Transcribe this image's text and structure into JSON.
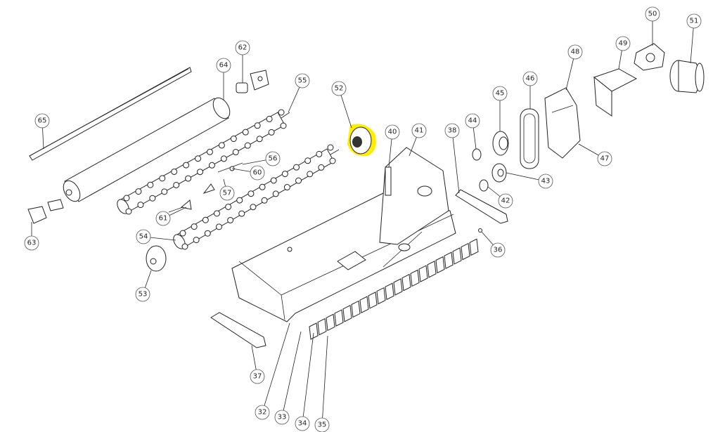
{
  "diagram": {
    "type": "exploded-parts-diagram",
    "highlighted_part": "52",
    "highlight_color": "#ffee00",
    "callouts": [
      "32",
      "33",
      "34",
      "35",
      "36",
      "37",
      "38",
      "40",
      "41",
      "42",
      "43",
      "44",
      "45",
      "46",
      "47",
      "48",
      "49",
      "50",
      "51",
      "52",
      "53",
      "54",
      "55",
      "56",
      "57",
      "60",
      "61",
      "62",
      "63",
      "64",
      "65"
    ]
  }
}
